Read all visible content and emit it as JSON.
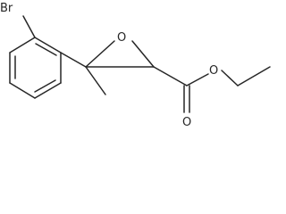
{
  "molecule": {
    "atoms": {
      "bromine": "Br",
      "epoxide_oxygen": "O",
      "ester_oxygen": "O",
      "carbonyl_oxygen": "O"
    }
  }
}
